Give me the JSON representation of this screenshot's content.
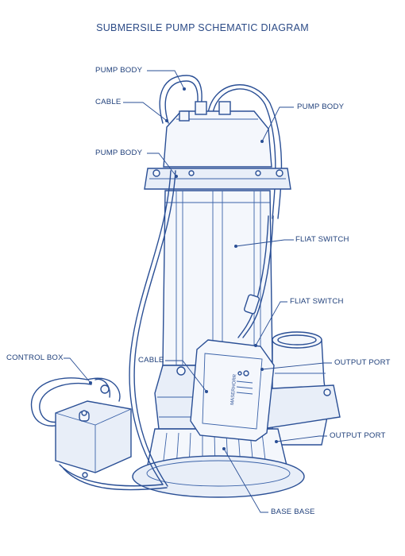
{
  "diagram": {
    "title": "SUBMERSILE PUMP SCHEMATIC DIAGRAM",
    "labels": {
      "pump_body_top": "PUMP BODY",
      "cable_top": "CABLE",
      "pump_body_right": "PUMP BODY",
      "pump_body_left": "PUMP BODY",
      "float_switch_1": "FLlAT SWITCH",
      "float_switch_2": "FLlAT SWITCH",
      "control_box": "CONTROL BOX",
      "cable_mid": "CABLE",
      "output_port_1": "OUTPUT PORT",
      "output_port_2": "OUTPUT PORT",
      "base": "BASE BASE"
    },
    "float_switch_text": "MASERHORR",
    "colors": {
      "ink": "#2a4f95",
      "text": "#1f3f7a",
      "fill": "#e8eef8"
    }
  }
}
